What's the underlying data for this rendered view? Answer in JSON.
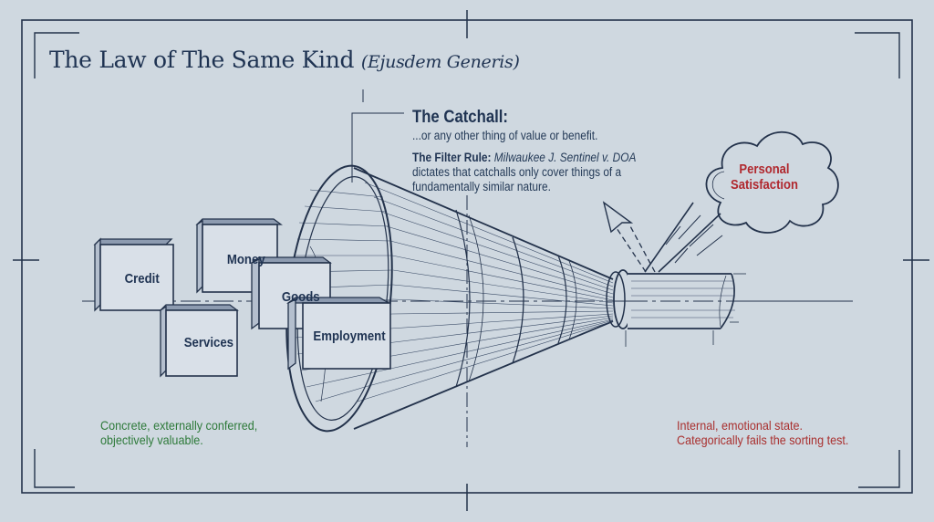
{
  "title": {
    "main": "The Law of The Same Kind",
    "subtitle": "(Ejusdem Generis)"
  },
  "catchall": {
    "heading": "The Catchall:",
    "text": "...or any other thing of value or benefit."
  },
  "filter_rule": {
    "label": "The Filter Rule:",
    "case": "Milwaukee J. Sentinel v. DOA",
    "line1": "dictates that catchalls only cover things of a",
    "line2": "fundamentally similar nature."
  },
  "items": [
    {
      "label": "Credit"
    },
    {
      "label": "Money"
    },
    {
      "label": "Goods"
    },
    {
      "label": "Services"
    },
    {
      "label": "Employment"
    }
  ],
  "rejected": {
    "label_line1": "Personal",
    "label_line2": "Satisfaction"
  },
  "notes": {
    "accepted_line1": "Concrete, externally conferred,",
    "accepted_line2": "objectively valuable.",
    "rejected_line1": "Internal, emotional state.",
    "rejected_line2": "Categorically fails the sorting test."
  },
  "colors": {
    "background": "#cfd8e0",
    "ink": "#23324b",
    "accepted": "#2e7a3a",
    "rejected": "#b0282e"
  }
}
